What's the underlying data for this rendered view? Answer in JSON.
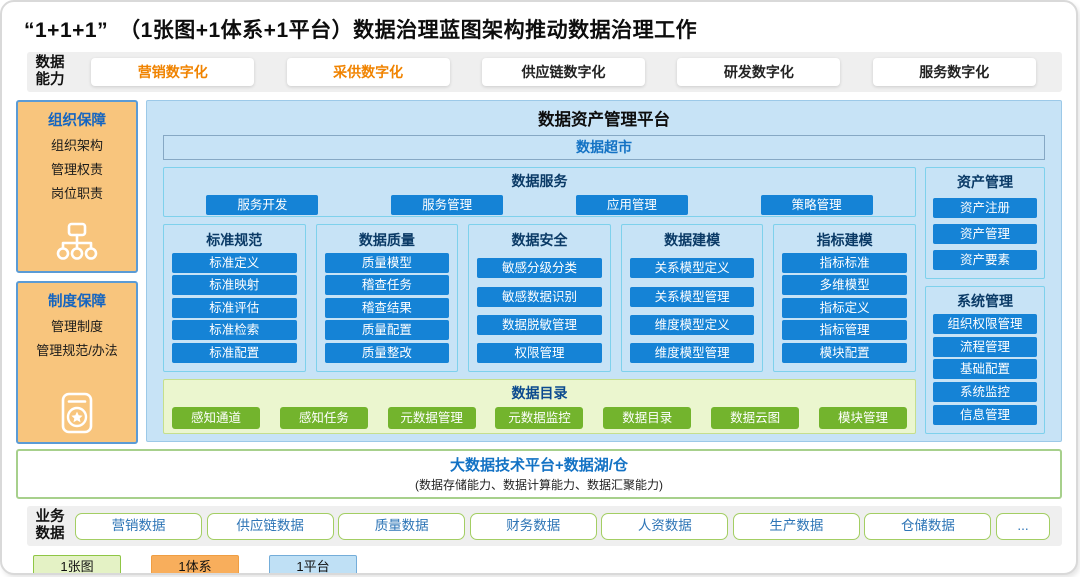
{
  "header": {
    "title": "“1+1+1”　（1张图+1体系+1平台）数据治理蓝图架构推动数据治理工作"
  },
  "capability_row": {
    "label": "数据能力",
    "items": [
      {
        "label": "营销数字化",
        "highlighted": true
      },
      {
        "label": "采供数字化",
        "highlighted": true
      },
      {
        "label": "供应链数字化",
        "highlighted": false
      },
      {
        "label": "研发数字化",
        "highlighted": false
      },
      {
        "label": "服务数字化",
        "highlighted": false
      }
    ]
  },
  "sidebar": {
    "organization": {
      "title": "组织保障",
      "items": [
        "组织架构",
        "管理权责",
        "岗位职责"
      ],
      "icon": "org-chart-icon"
    },
    "policy": {
      "title": "制度保障",
      "items": [
        "管理制度",
        "管理规范/办法"
      ],
      "icon": "certificate-icon"
    }
  },
  "platform": {
    "title": "数据资产管理平台",
    "data_market_label": "数据超市",
    "data_service": {
      "title": "数据服务",
      "buttons": [
        "服务开发",
        "服务管理",
        "应用管理",
        "策略管理"
      ]
    },
    "pillars": [
      {
        "title": "标准规范",
        "buttons": [
          "标准定义",
          "标准映射",
          "标准评估",
          "标准检索",
          "标准配置"
        ]
      },
      {
        "title": "数据质量",
        "buttons": [
          "质量模型",
          "稽查任务",
          "稽查结果",
          "质量配置",
          "质量整改"
        ]
      },
      {
        "title": "数据安全",
        "buttons": [
          "敏感分级分类",
          "敏感数据识别",
          "数据脱敏管理",
          "权限管理"
        ]
      },
      {
        "title": "数据建模",
        "buttons": [
          "关系模型定义",
          "关系模型管理",
          "维度模型定义",
          "维度模型管理"
        ]
      },
      {
        "title": "指标建模",
        "buttons": [
          "指标标准",
          "多维模型",
          "指标定义",
          "指标管理",
          "模块配置"
        ]
      }
    ],
    "data_catalog": {
      "title": "数据目录",
      "buttons": [
        "感知通道",
        "感知任务",
        "元数据管理",
        "元数据监控",
        "数据目录",
        "数据云图",
        "模块管理"
      ]
    },
    "asset_management": {
      "title": "资产管理",
      "buttons": [
        "资产注册",
        "资产管理",
        "资产要素"
      ]
    },
    "system_management": {
      "title": "系统管理",
      "buttons": [
        "组织权限管理",
        "流程管理",
        "基础配置",
        "系统监控",
        "信息管理"
      ]
    }
  },
  "bigdata_bar": {
    "title": "大数据技术平台+数据湖/仓",
    "subtitle": "(数据存储能力、数据计算能力、数据汇聚能力)"
  },
  "business_row": {
    "label": "业务数据",
    "items": [
      "营销数据",
      "供应链数据",
      "质量数据",
      "财务数据",
      "人资数据",
      "生产数据",
      "仓储数据",
      "..."
    ]
  },
  "legend": {
    "items": [
      {
        "label": "1张图",
        "fill": "#e4f2c5",
        "border": "#8fc645"
      },
      {
        "label": "1体系",
        "fill": "#f8ae5c",
        "border": "#ef9e43"
      },
      {
        "label": "1平台",
        "fill": "#bfe0f5",
        "border": "#74add9"
      }
    ]
  },
  "colors": {
    "primary_blue_button": "#1583d6",
    "dark_navy_title": "#0a3a66",
    "link_blue": "#1372c4",
    "highlight_orange": "#f08300",
    "sidebar_orange": "#f8c57d",
    "sidebar_border_blue": "#5b9bd5",
    "panel_blue": "#c7e3f6",
    "cyan_border": "#7ed1ec",
    "catalog_bg_green": "#ebf6cf",
    "catalog_button_green": "#73b42d",
    "bigdata_border_green": "#a7d08c",
    "business_border_green": "#a3ce63",
    "business_text_blue": "#2e75b6"
  }
}
